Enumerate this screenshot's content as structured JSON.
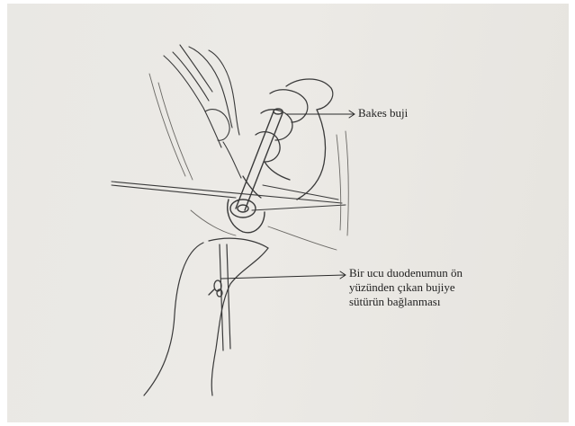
{
  "labels": {
    "bakes": "Bakes buji",
    "suture_lines": [
      "Bir ucu duodenumun ön",
      "yüzünden çıkan bujiye",
      "sütürün bağlanması"
    ]
  },
  "colors": {
    "paper": "#e9e8e4",
    "pencil": "#3a3a3a",
    "shade": "#9a9894"
  }
}
